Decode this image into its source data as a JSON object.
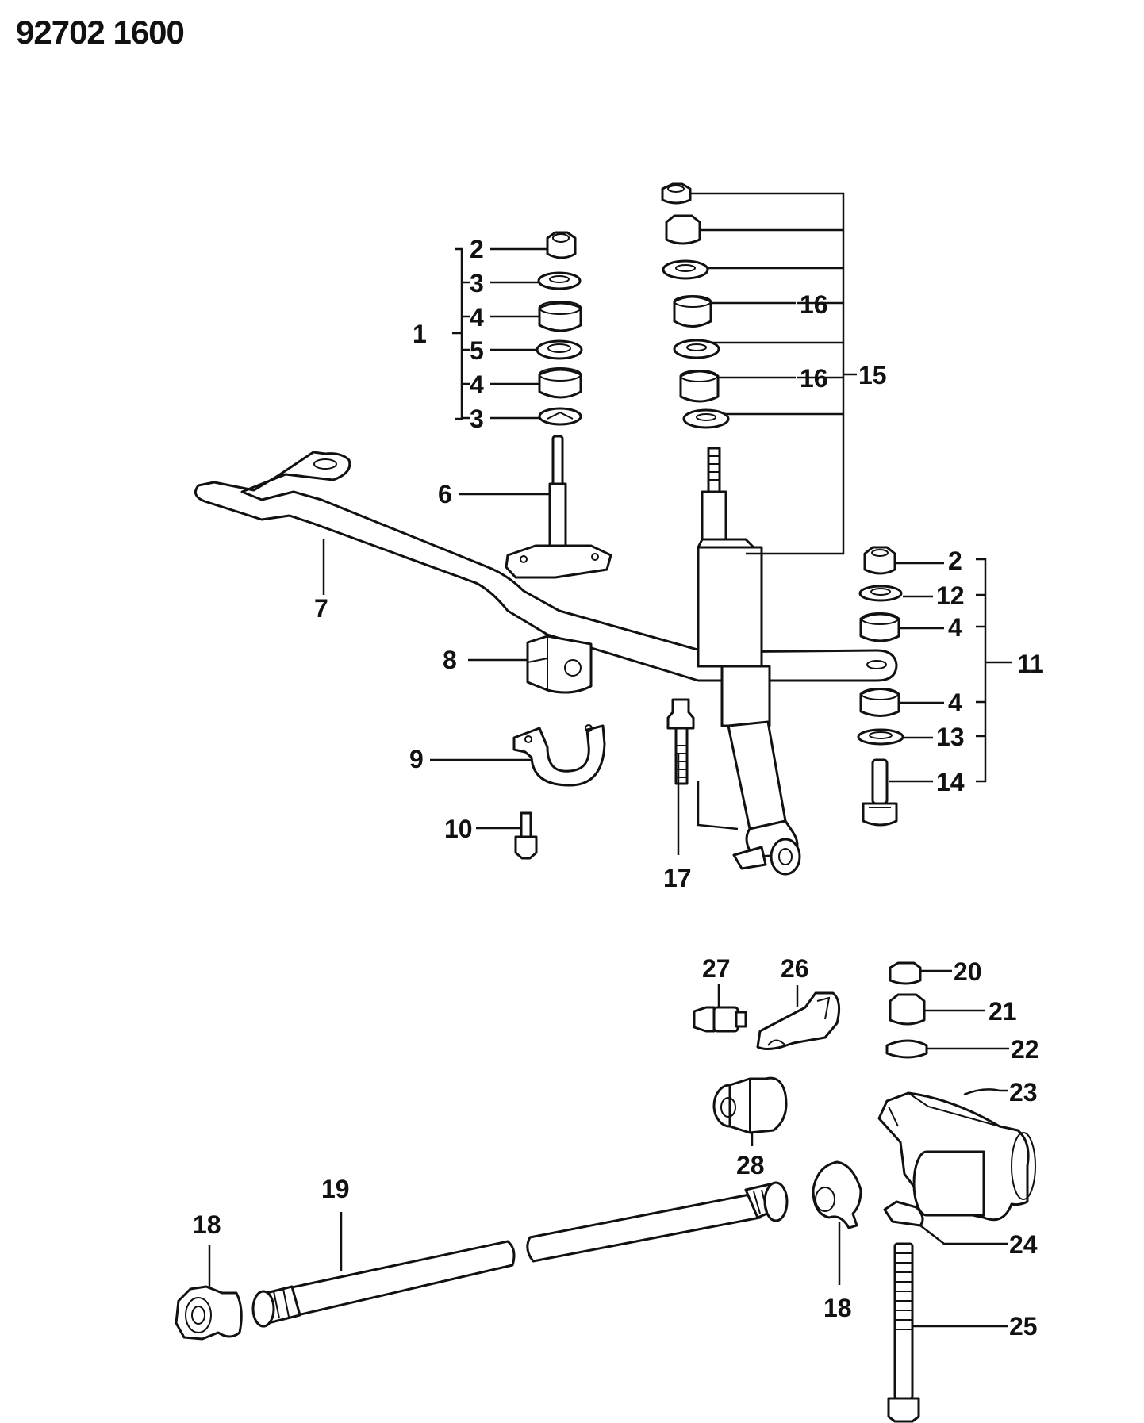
{
  "diagram_code": "92702 1600",
  "callouts": {
    "c1": "1",
    "c2a": "2",
    "c3a": "3",
    "c4a": "4",
    "c5": "5",
    "c4b": "4",
    "c3b": "3",
    "c6": "6",
    "c7": "7",
    "c8": "8",
    "c9": "9",
    "c10": "10",
    "c11": "11",
    "c2b": "2",
    "c12": "12",
    "c4c": "4",
    "c4d": "4",
    "c13": "13",
    "c14": "14",
    "c15": "15",
    "c16a": "16",
    "c16b": "16",
    "c17": "17",
    "c18a": "18",
    "c18b": "18",
    "c19": "19",
    "c20": "20",
    "c21": "21",
    "c22": "22",
    "c23": "23",
    "c24": "24",
    "c25": "25",
    "c26": "26",
    "c27": "27",
    "c28": "28"
  }
}
